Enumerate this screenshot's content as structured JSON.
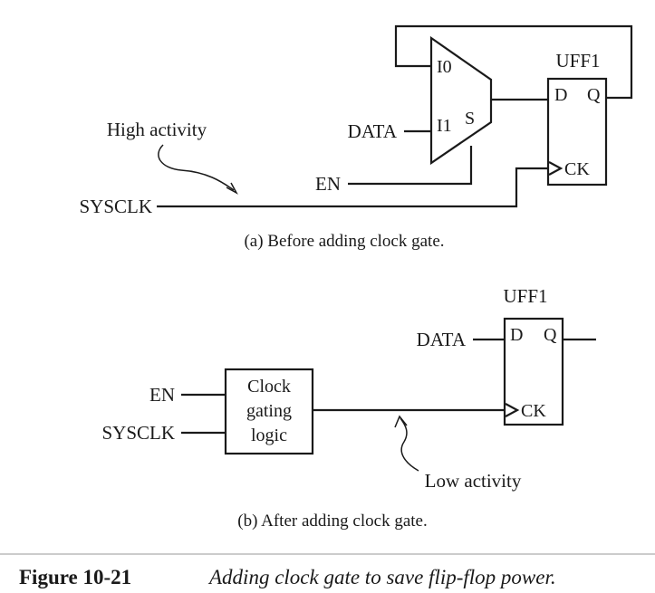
{
  "part_a": {
    "flop_name": "UFF1",
    "mux_in0": "I0",
    "mux_in1": "I1",
    "mux_sel": "S",
    "flop_d": "D",
    "flop_q": "Q",
    "flop_ck": "CK",
    "data_label": "DATA",
    "en_label": "EN",
    "sysclk_label": "SYSCLK",
    "annotation": "High activity",
    "caption": "(a) Before adding clock gate."
  },
  "part_b": {
    "flop_name": "UFF1",
    "flop_d": "D",
    "flop_q": "Q",
    "flop_ck": "CK",
    "data_label": "DATA",
    "en_label": "EN",
    "sysclk_label": "SYSCLK",
    "gate_line1": "Clock",
    "gate_line2": "gating",
    "gate_line3": "logic",
    "annotation": "Low activity",
    "caption": "(b) After adding clock gate."
  },
  "figure": {
    "number": "Figure 10-21",
    "title": "Adding clock gate to save flip-flop power."
  }
}
